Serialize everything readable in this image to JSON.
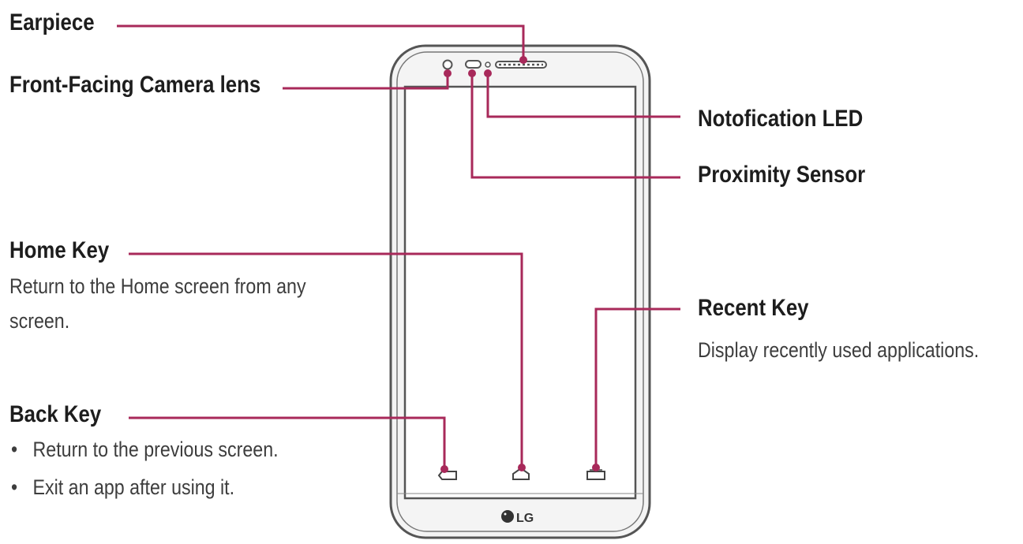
{
  "labels": {
    "earpiece": {
      "title": "Earpiece"
    },
    "front_camera": {
      "title": "Front-Facing Camera lens"
    },
    "notification_led": {
      "title": "Notofication LED"
    },
    "proximity_sensor": {
      "title": "Proximity Sensor"
    },
    "home_key": {
      "title": "Home Key",
      "desc_line1": "Return to the Home screen from any",
      "desc_line2": "screen."
    },
    "recent_key": {
      "title": "Recent Key",
      "desc": "Display recently used applications."
    },
    "back_key": {
      "title": "Back Key",
      "bullets": [
        "Return to the previous screen.",
        "Exit an app after using it."
      ]
    }
  },
  "phone": {
    "logo_text": "LG"
  },
  "colors": {
    "callout_line": "#a8295a",
    "phone_outline": "#555555",
    "phone_body": "#f4f4f4"
  }
}
